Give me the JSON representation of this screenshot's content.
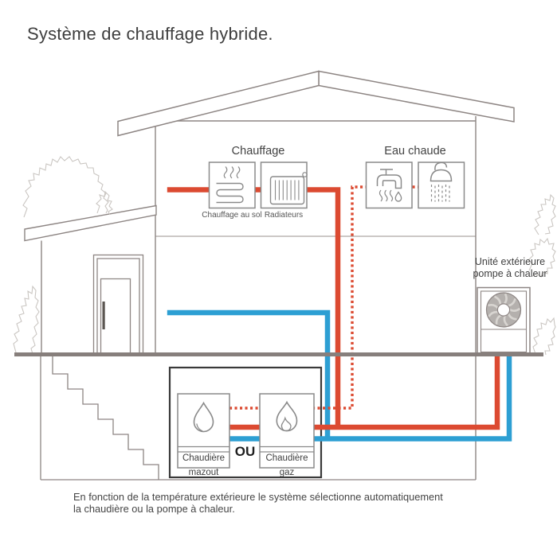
{
  "title": "Système de chauffage hybride.",
  "sections": {
    "heating": {
      "label": "Chauffage",
      "items": [
        {
          "label": "Chauffage au sol",
          "icon": "floor-heating-icon"
        },
        {
          "label": "Radiateurs",
          "icon": "radiator-icon"
        }
      ]
    },
    "hot_water": {
      "label": "Eau chaude",
      "items": [
        {
          "icon": "faucet-icon"
        },
        {
          "icon": "shower-icon"
        }
      ]
    }
  },
  "heat_pump": {
    "label": "Unité extérieure\npompe à chaleur",
    "icon": "fan-icon"
  },
  "boilers": {
    "oil": {
      "name": "Chaudière",
      "type": "mazout",
      "icon": "oil-drop-icon"
    },
    "gas": {
      "name": "Chaudière",
      "type": "gaz",
      "icon": "flame-icon"
    },
    "separator": "OU"
  },
  "caption": "En fonction de la température extérieure le système sélectionne automatiquement\nla chaudière ou la pompe à chaleur.",
  "colors": {
    "hot_pipe": "#dc4a31",
    "cold_pipe": "#2d9fd3",
    "house_outline": "#8d8583",
    "boiler_room_box": "#3a3a3a",
    "ground": "#877f7c",
    "text": "#474747"
  }
}
